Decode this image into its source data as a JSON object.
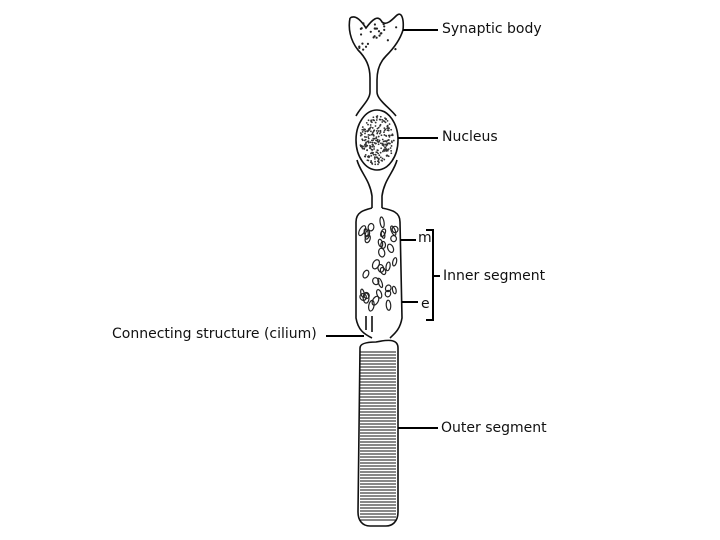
{
  "labels": {
    "synaptic_body": "Synaptic body",
    "nucleus": "Nucleus",
    "m": "m",
    "inner_segment": "Inner segment",
    "e": "e",
    "connecting_structure": "Connecting structure (cilium)",
    "outer_segment": "Outer segment"
  }
}
